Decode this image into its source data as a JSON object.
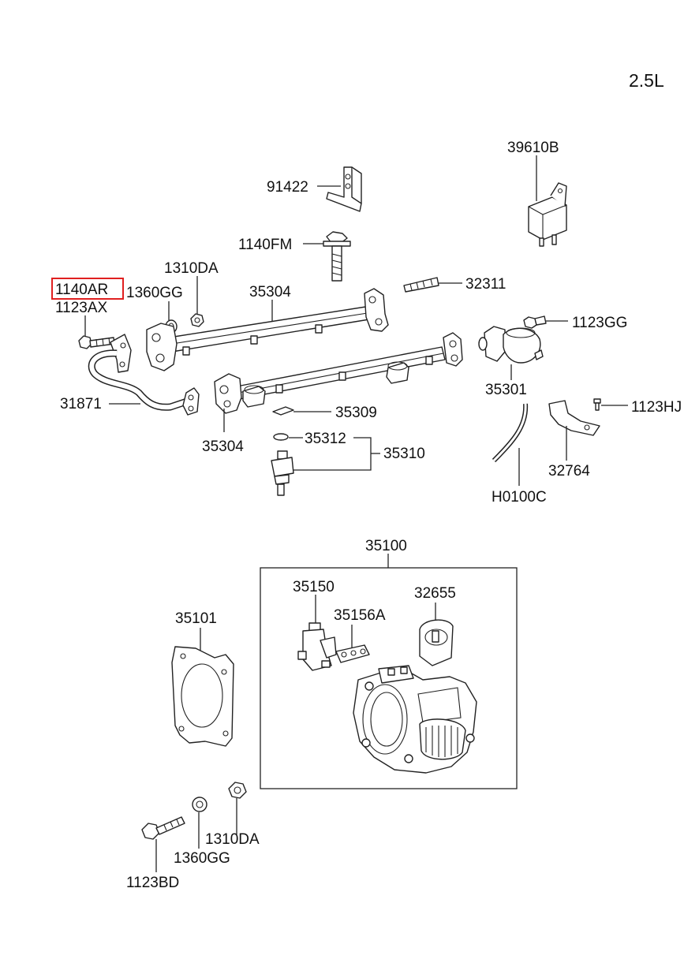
{
  "engine_label": "2.5L",
  "highlight_color": "#e02020",
  "labels": {
    "p39610B": "39610B",
    "p91422": "91422",
    "p1140FM": "1140FM",
    "p1310DA_top": "1310DA",
    "p1140AR": "1140AR",
    "p1360GG_top": "1360GG",
    "p35304_top": "35304",
    "p32311": "32311",
    "p1123AX": "1123AX",
    "p1123GG": "1123GG",
    "p31871": "31871",
    "p35301": "35301",
    "p35309": "35309",
    "p1123HJ": "1123HJ",
    "p35312": "35312",
    "p35310": "35310",
    "p35304_bot": "35304",
    "p32764": "32764",
    "pH0100C": "H0100C",
    "p35100": "35100",
    "p35150": "35150",
    "p32655": "32655",
    "p35156A": "35156A",
    "p35101": "35101",
    "p1310DA_bot": "1310DA",
    "p1360GG_bot": "1360GG",
    "p1123BD": "1123BD"
  }
}
